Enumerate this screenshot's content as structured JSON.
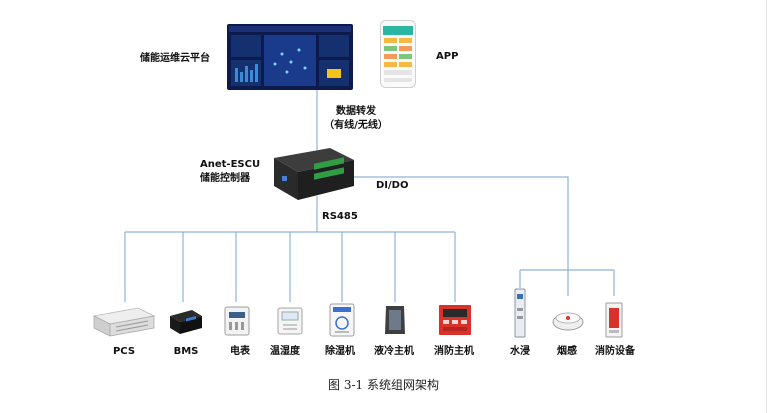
{
  "platform": {
    "label": "储能运维云平台"
  },
  "app": {
    "label": "APP"
  },
  "link": {
    "line1": "数据转发",
    "line2": "（有线/无线）"
  },
  "controller": {
    "model": "Anet-ESCU",
    "name": "储能控制器"
  },
  "buses": {
    "rs485": "RS485",
    "dido": "DI/DO"
  },
  "devices_rs485": [
    {
      "label": "PCS",
      "icon": "pcs-icon"
    },
    {
      "label": "BMS",
      "icon": "bms-icon"
    },
    {
      "label": "电表",
      "icon": "meter-icon"
    },
    {
      "label": "温湿度",
      "icon": "thermo-hygrometer-icon"
    },
    {
      "label": "除湿机",
      "icon": "dehumidifier-icon"
    },
    {
      "label": "液冷主机",
      "icon": "liquid-cooling-unit-icon"
    },
    {
      "label": "消防主机",
      "icon": "fire-control-host-icon"
    }
  ],
  "devices_dido": [
    {
      "label": "水浸",
      "icon": "water-leak-sensor-icon"
    },
    {
      "label": "烟感",
      "icon": "smoke-detector-icon"
    },
    {
      "label": "消防设备",
      "icon": "fire-equipment-icon"
    }
  ],
  "caption": "图 3-1 系统组网架构",
  "colors": {
    "line": "#8fb4d6",
    "fire": "#d9322b",
    "screen": "#1e3a8a"
  }
}
